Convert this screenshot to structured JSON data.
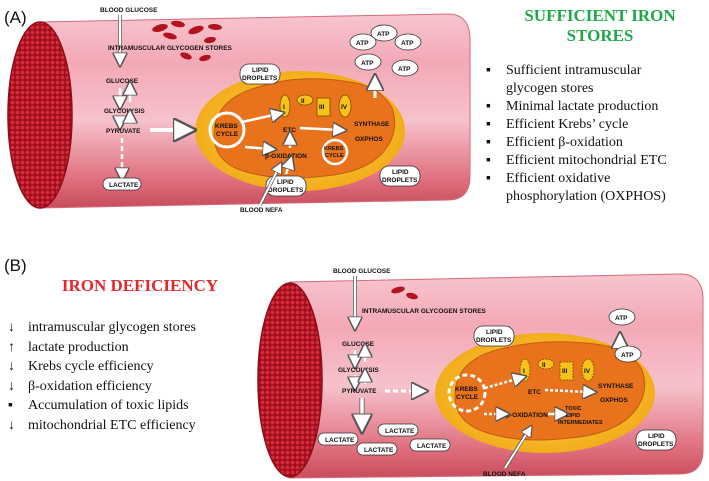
{
  "panel_a": {
    "letter": "(A)",
    "heading_line1": "SUFFICIENT IRON",
    "heading_line2": "STORES",
    "bullets": [
      {
        "marker": "▪",
        "text": "Sufficient intramuscular"
      },
      {
        "marker": "",
        "text": "glycogen stores"
      },
      {
        "marker": "▪",
        "text": "Minimal lactate production"
      },
      {
        "marker": "▪",
        "text": "Efficient Krebs’ cycle"
      },
      {
        "marker": "▪",
        "text": "Efficient β-oxidation"
      },
      {
        "marker": "▪",
        "text": "Efficient mitochondrial ETC"
      },
      {
        "marker": "▪",
        "text": "Efficient oxidative"
      },
      {
        "marker": "",
        "text": "phosphorylation (OXPHOS)"
      }
    ],
    "diagram": {
      "blood_glucose": "BLOOD GLUCOSE",
      "glycogen": "INTRAMUSCULAR GLYCOGEN STORES",
      "glucose": "GLUCOSE",
      "glycolysis": "GLYCOLYSIS",
      "pyruvate": "PYRUVATE",
      "lactate": "LACTATE",
      "krebs": "KREBS",
      "cycle": "CYCLE",
      "beta_ox": "β-OXIDATION",
      "krebs_small": "KREBS",
      "cycle_small": "CYCLE",
      "etc": "ETC",
      "c1": "I",
      "c2": "II",
      "c3": "III",
      "c4": "IV",
      "synthase": "SYNTHASE",
      "oxphos": "OXPHOS",
      "atp": "ATP",
      "lipid": "LIPID",
      "droplets": "DROPLETS",
      "blood_nefa": "BLOOD NEFA"
    }
  },
  "panel_b": {
    "letter": "(B)",
    "heading": "IRON DEFICIENCY",
    "bullets": [
      {
        "marker": "↓",
        "text": "intramuscular glycogen stores"
      },
      {
        "marker": "↑",
        "text": "lactate production"
      },
      {
        "marker": "↓",
        "text": "Krebs cycle efficiency"
      },
      {
        "marker": "↓",
        "text": "β-oxidation efficiency"
      },
      {
        "marker": "▪",
        "text": "Accumulation of toxic lipids"
      },
      {
        "marker": "↓",
        "text": "mitochondrial ETC efficiency"
      }
    ],
    "diagram": {
      "blood_glucose": "BLOOD GLUCOSE",
      "glycogen": "INTRAMUSCULAR GLYCOGEN STORES",
      "glucose": "GLUCOSE",
      "glycolysis": "GLYCOLYSIS",
      "pyruvate": "PYRUVATE",
      "lactate": "LACTATE",
      "krebs": "KREBS",
      "cycle": "CYCLE",
      "beta_ox": "β-OXIDATION",
      "toxic1": "TOXIC",
      "toxic2": "LIPID",
      "toxic3": "INTERMEDIATES",
      "etc": "ETC",
      "c1": "I",
      "c2": "II",
      "c3": "III",
      "c4": "IV",
      "synthase": "SYNTHASE",
      "oxphos": "OXPHOS",
      "atp": "ATP",
      "lipid": "LIPID",
      "droplets": "DROPLETS",
      "blood_nefa": "BLOOD NEFA"
    }
  },
  "colors": {
    "muscle_pink": "#f4a3b0",
    "muscle_red": "#c41a2c",
    "mito_orange": "#e8731c",
    "mito_halo": "#f7c21a",
    "heading_green": "#1fa84a",
    "heading_red": "#e8262c"
  }
}
